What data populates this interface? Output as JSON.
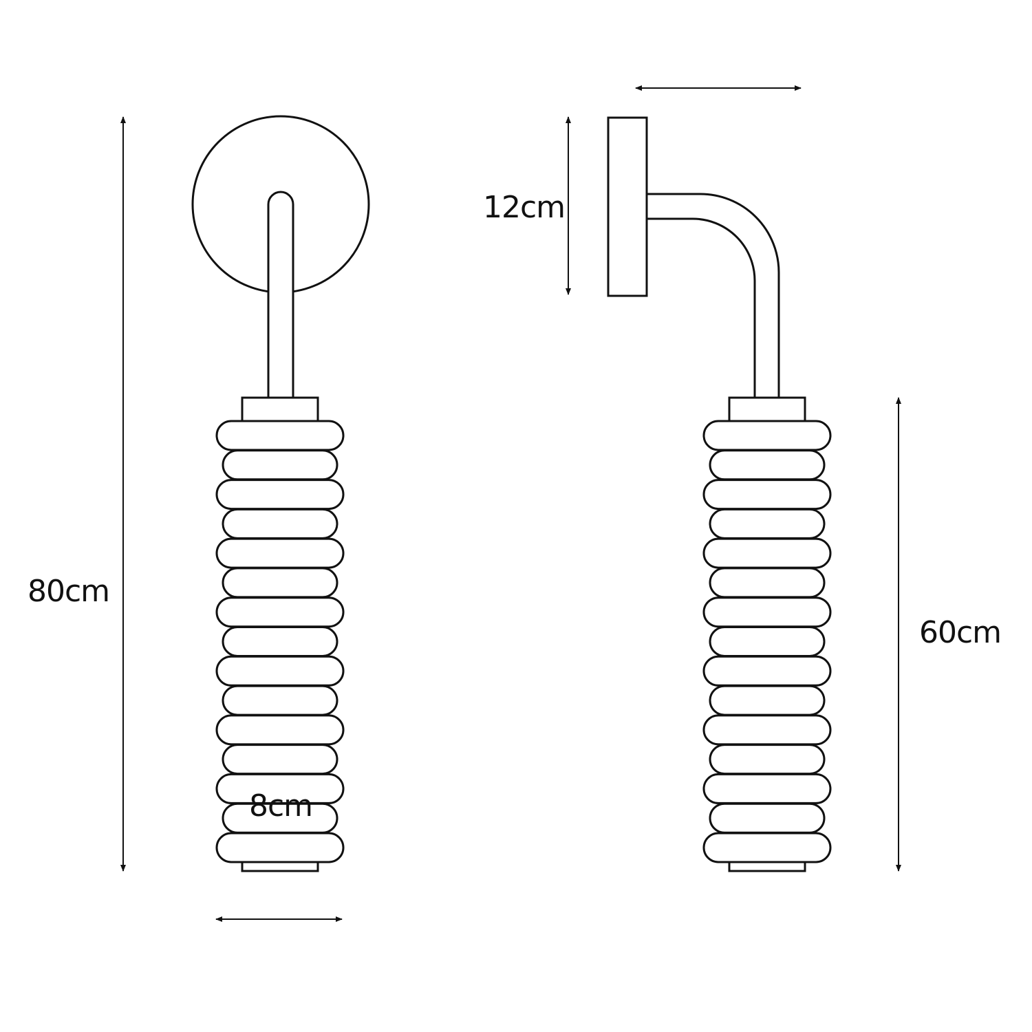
{
  "dimensions": {
    "overall_height": "80cm",
    "backplate_height": "12cm",
    "shade_width": "8cm",
    "shade_height": "60cm"
  },
  "colors": {
    "line": "#111111",
    "background": "#ffffff"
  },
  "shade": {
    "ring_count": 15
  }
}
